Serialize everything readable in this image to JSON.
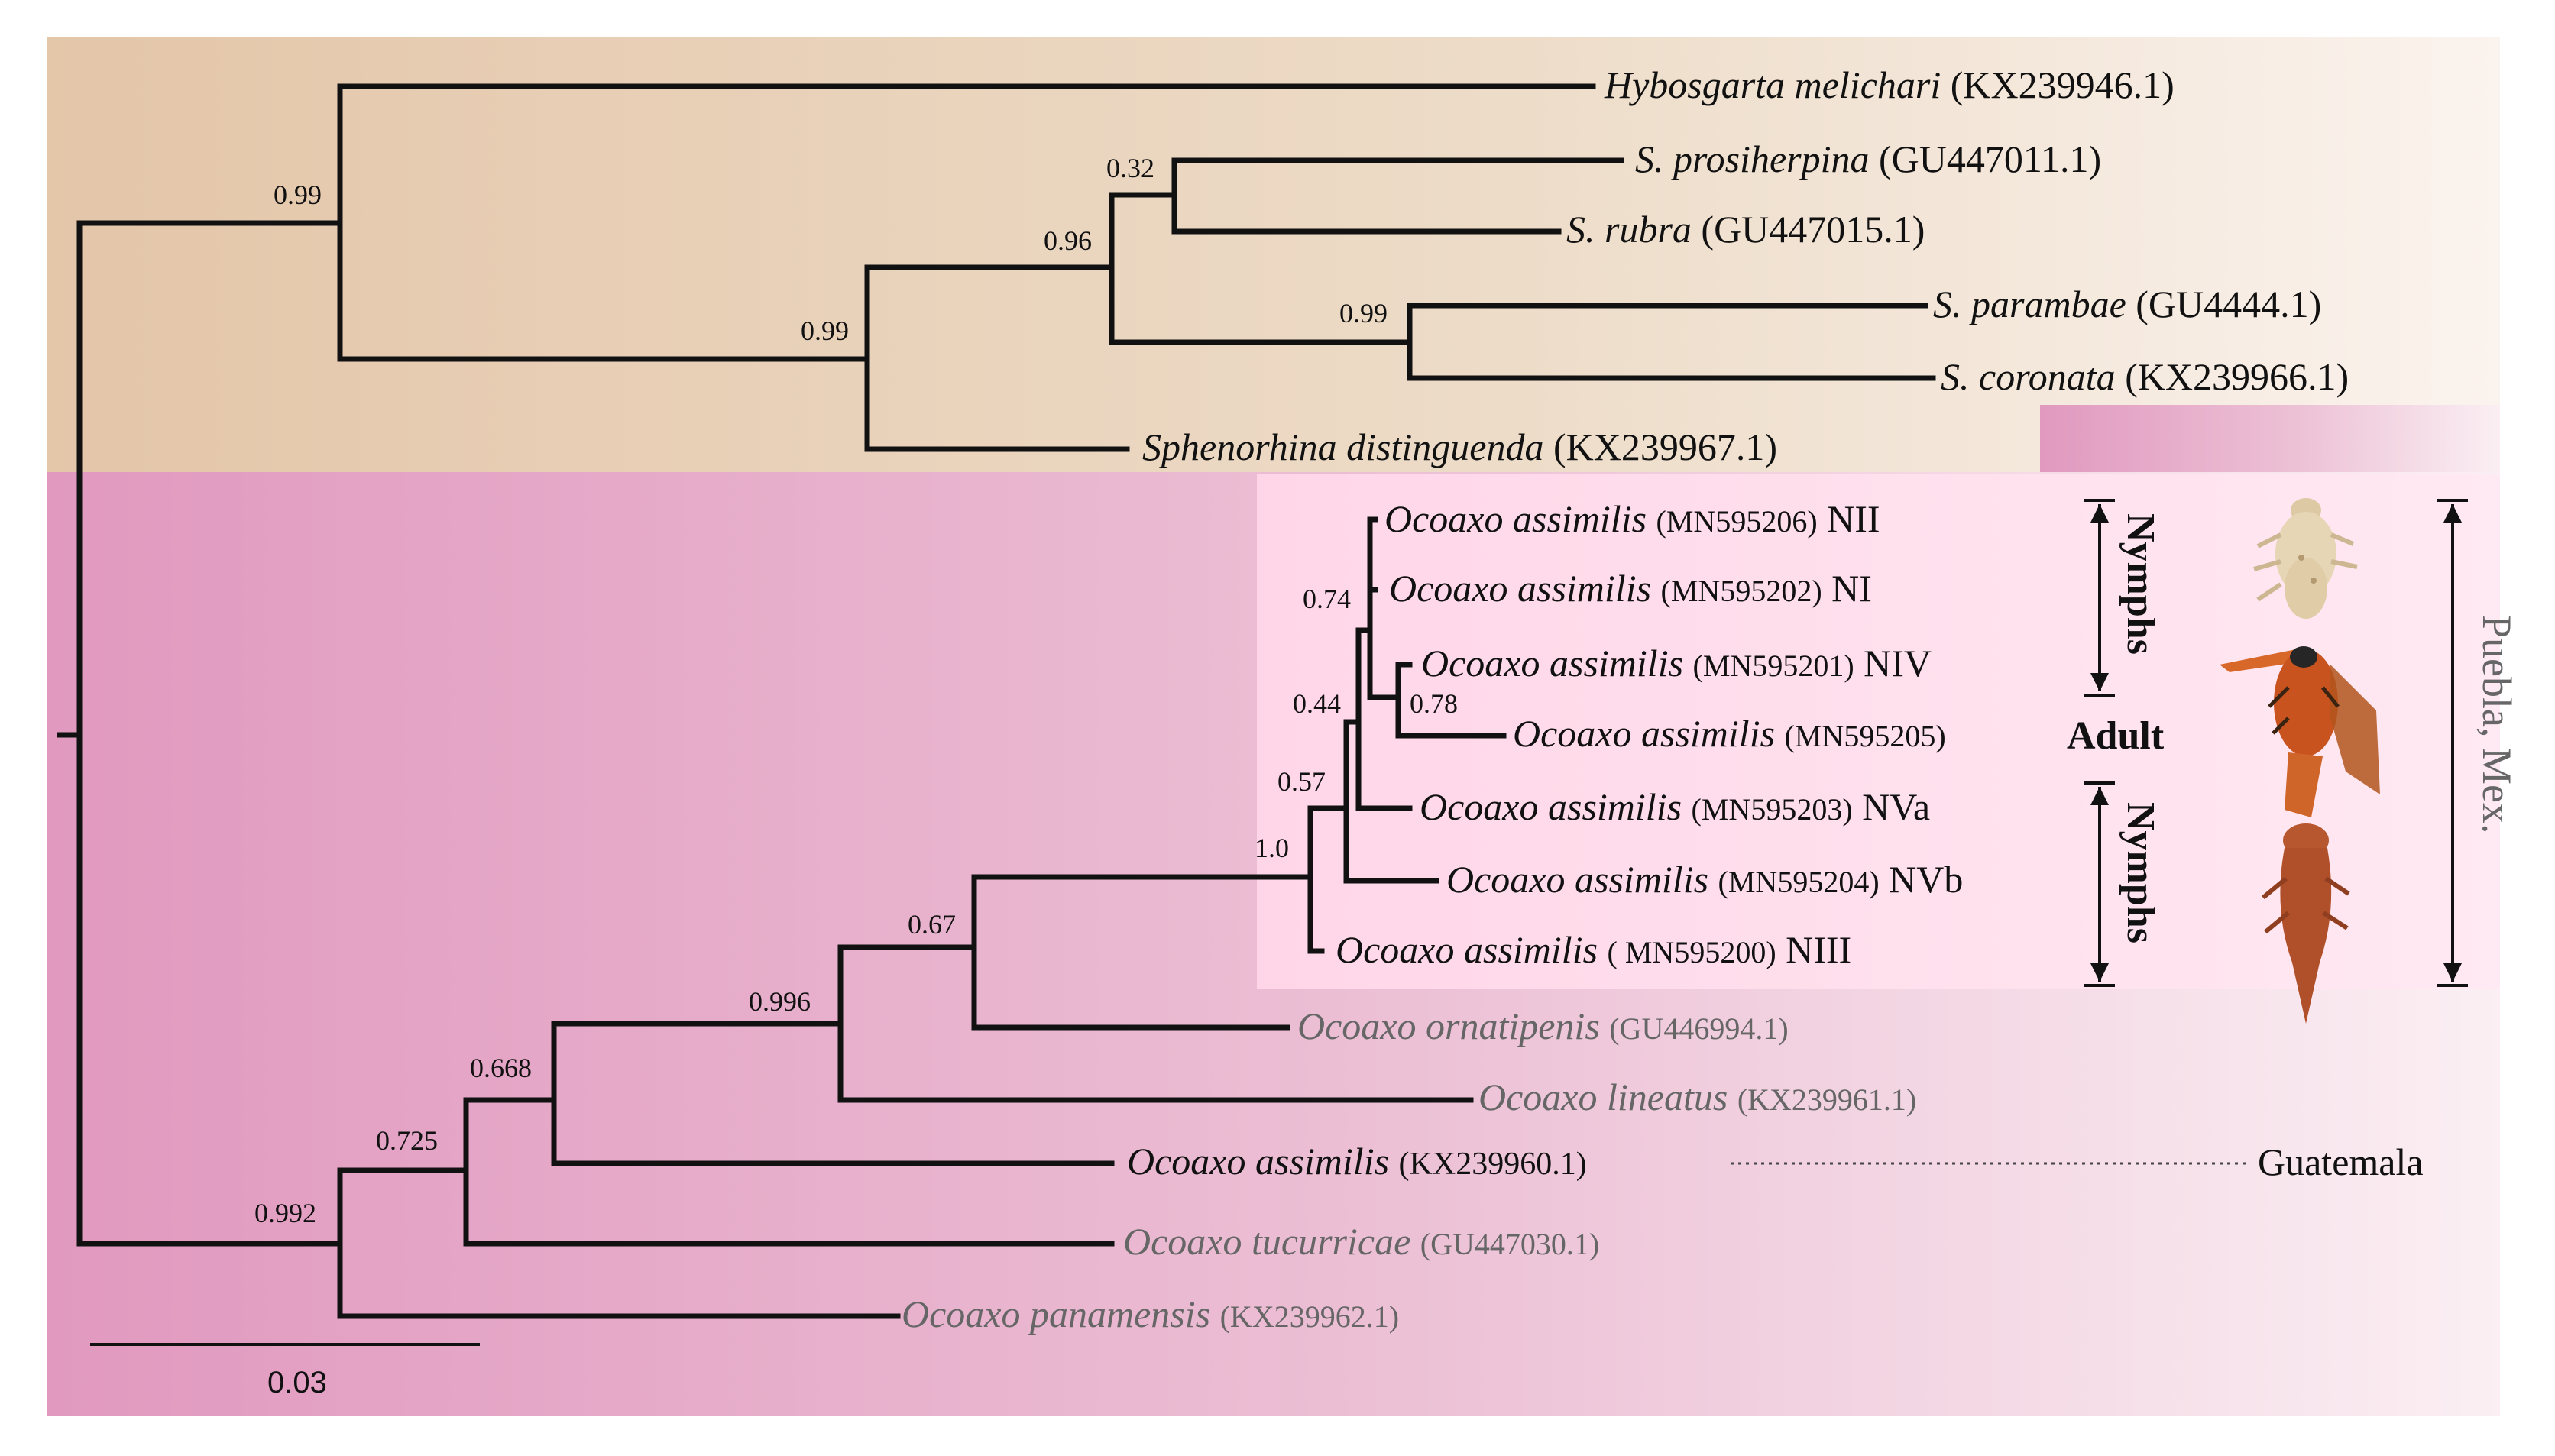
{
  "colors": {
    "top_clade_bg": "#e6c9ad",
    "bottom_clade_bg": "#e29cc0",
    "inner_box_bg": "#ffd9e9",
    "branch": "#111111",
    "gray_text": "#666666",
    "nymph_pale": "#e6d6b6",
    "adult_orange": "#c9531f",
    "nymph_brown": "#b6572f"
  },
  "taxa": {
    "hybosgarta": {
      "name": "Hybosgarta melichari",
      "acc": "(KX239946.1)",
      "tag": ""
    },
    "prosiherpina": {
      "name": "S. prosiherpina",
      "acc": "(GU447011.1)",
      "tag": ""
    },
    "rubra": {
      "name": "S. rubra",
      "acc": "(GU447015.1)",
      "tag": ""
    },
    "parambae": {
      "name": "S. parambae",
      "acc": "(GU4444.1)",
      "tag": ""
    },
    "coronata": {
      "name": "S. coronata",
      "acc": "(KX239966.1)",
      "tag": ""
    },
    "distinguenda": {
      "name": "Sphenorhina distinguenda",
      "acc": "(KX239967.1)",
      "tag": ""
    },
    "mn206": {
      "name": "Ocoaxo assimilis",
      "acc": "(MN595206)",
      "tag": "NII"
    },
    "mn202": {
      "name": "Ocoaxo assimilis",
      "acc": "(MN595202)",
      "tag": "NI"
    },
    "mn201": {
      "name": "Ocoaxo assimilis",
      "acc": "(MN595201)",
      "tag": "NIV"
    },
    "mn205": {
      "name": "Ocoaxo assimilis",
      "acc": "(MN595205)",
      "tag": ""
    },
    "mn203": {
      "name": "Ocoaxo assimilis",
      "acc": "(MN595203)",
      "tag": "NVa"
    },
    "mn204": {
      "name": "Ocoaxo assimilis",
      "acc": "(MN595204)",
      "tag": "NVb"
    },
    "mn200": {
      "name": "Ocoaxo assimilis",
      "acc": "( MN595200)",
      "tag": "NIII"
    },
    "ornatipenis": {
      "name": "Ocoaxo ornatipenis",
      "acc": "(GU446994.1)",
      "tag": ""
    },
    "lineatus": {
      "name": "Ocoaxo lineatus",
      "acc": "(KX239961.1)",
      "tag": ""
    },
    "kx960": {
      "name": "Ocoaxo assimilis",
      "acc": "(KX239960.1)",
      "tag": ""
    },
    "tucurricae": {
      "name": "Ocoaxo tucurricae",
      "acc": "(GU447030.1)",
      "tag": ""
    },
    "panamensis": {
      "name": "Ocoaxo panamensis",
      "acc": "(KX239962.1)",
      "tag": ""
    }
  },
  "support": {
    "n1": "0.99",
    "n2": "0.32",
    "n3": "0.96",
    "n4": "0.99",
    "n5": "0.99",
    "n6": "0.74",
    "n7": "0.44",
    "n8": "0.78",
    "n9": "0.57",
    "n10": "1.0",
    "n11": "0.67",
    "n12": "0.996",
    "n13": "0.668",
    "n14": "0.725",
    "n15": "0.992"
  },
  "annotations": {
    "nymphs_top": "Nymphs",
    "adult": "Adult",
    "nymphs_bottom": "Nymphs",
    "location": "Puebla, Mex.",
    "guatemala": "Guatemala",
    "scale": "0.03"
  }
}
